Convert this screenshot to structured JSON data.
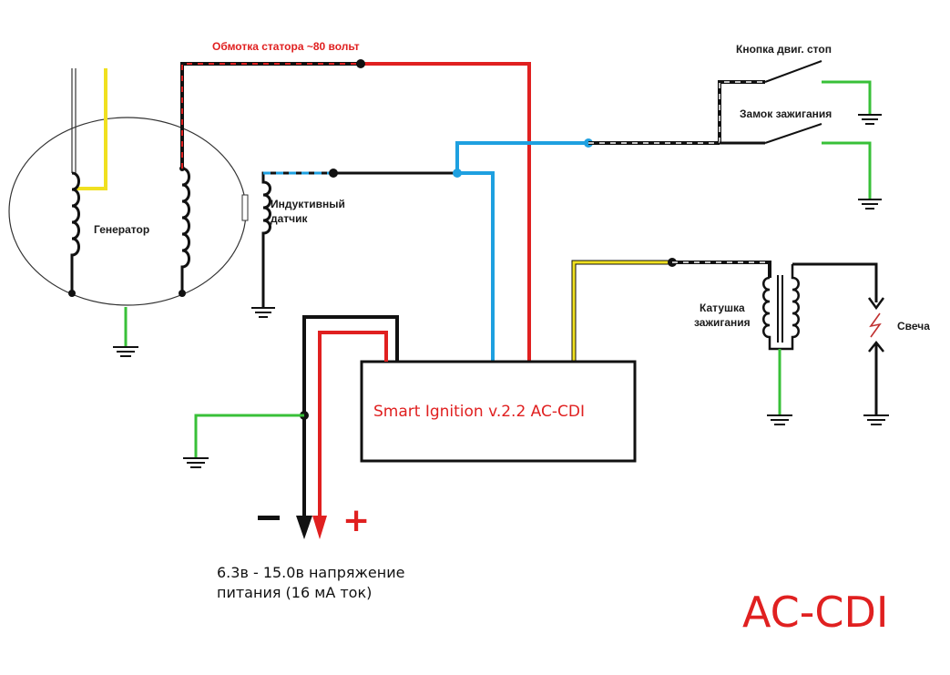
{
  "colors": {
    "wire_black": "#111111",
    "wire_red": "#e02020",
    "wire_blue": "#1ea0e0",
    "wire_green": "#38c038",
    "wire_yellow": "#f0e020",
    "text_red": "#e02020"
  },
  "labels": {
    "stator_winding": "Обмотка статора ~80 вольт",
    "generator": "Генератор",
    "inductive_sensor_line1": "Индуктивный",
    "inductive_sensor_line2": "датчик",
    "engine_stop_button": "Кнопка двиг. стоп",
    "ignition_lock": "Замок зажигания",
    "ignition_coil_line1": "Катушка",
    "ignition_coil_line2": "зажигания",
    "spark_plug": "Свеча",
    "module_name": "Smart Ignition v.2.2 AC-CDI",
    "minus_sign": "−",
    "plus_sign": "+",
    "supply_line1": "6.3в - 15.0в напряжение",
    "supply_line2": "питания (16 мА ток)",
    "big_title": "AC-CDI"
  }
}
